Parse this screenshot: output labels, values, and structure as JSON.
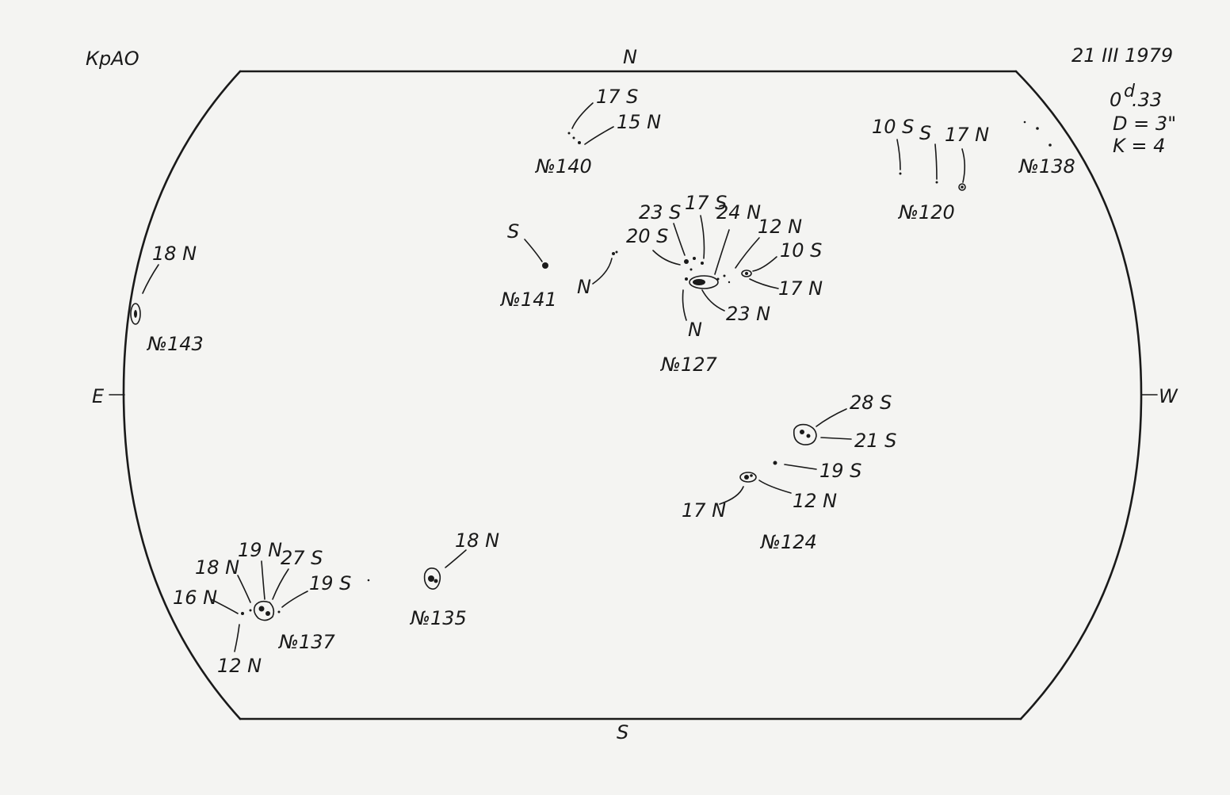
{
  "header": {
    "observatory": "КрАО",
    "date": "21 III 1979",
    "time_label": "0",
    "time_unit": "d",
    "time_fraction": ".33",
    "diameter": "D = 3\"",
    "k_value": "K = 4"
  },
  "compass": {
    "north": "N",
    "south": "S",
    "east": "E",
    "west": "W"
  },
  "groups": [
    {
      "number": "№140",
      "labels": [
        "17 S",
        "15 N"
      ]
    },
    {
      "number": "№120",
      "labels": [
        "10 S",
        "S",
        "17 N"
      ]
    },
    {
      "number": "№138",
      "labels": []
    },
    {
      "number": "№141",
      "labels": [
        "S",
        "N"
      ]
    },
    {
      "number": "№127",
      "labels": [
        "23 S",
        "17 S",
        "24 N",
        "12 N",
        "20 S",
        "10 S",
        "17 N",
        "23 N",
        "N"
      ]
    },
    {
      "number": "№143",
      "labels": [
        "18 N"
      ]
    },
    {
      "number": "№124",
      "labels": [
        "28 S",
        "21 S",
        "19 S",
        "12 N",
        "17 N"
      ]
    },
    {
      "number": "№135",
      "labels": [
        "18 N"
      ]
    },
    {
      "number": "№137",
      "labels": [
        "19 N",
        "18 N",
        "27 S",
        "19 S",
        "16 N",
        "12 N"
      ]
    }
  ]
}
